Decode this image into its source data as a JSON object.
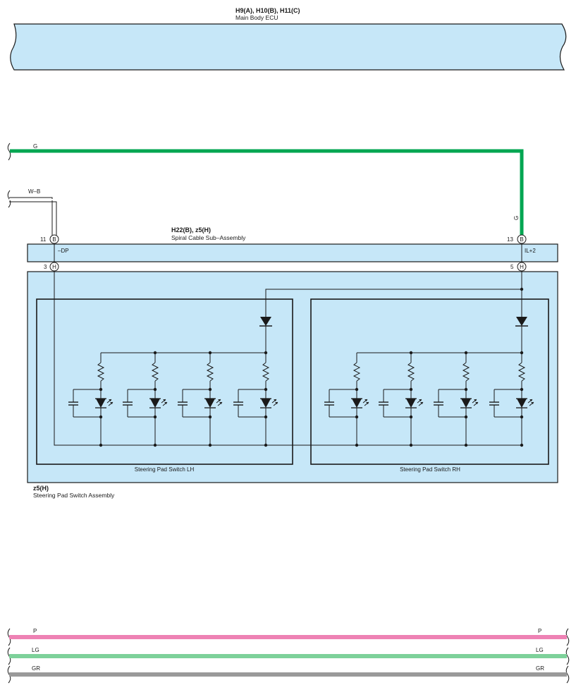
{
  "ecu": {
    "connectors": "H9(A), H10(B), H11(C)",
    "name": "Main Body ECU"
  },
  "spiral": {
    "connectors": "H22(B), z5(H)",
    "name": "Spiral Cable Sub–Assembly"
  },
  "pins": {
    "b11": {
      "number": "11",
      "letter": "B",
      "signal": "–DP"
    },
    "b13": {
      "number": "13",
      "letter": "B",
      "signal": "IL+2"
    },
    "h3": {
      "number": "3",
      "letter": "H"
    },
    "h5": {
      "number": "5",
      "letter": "H"
    }
  },
  "assembly": {
    "connector": "z5(H)",
    "name": "Steering Pad Switch Assembly"
  },
  "switch_lh": {
    "name": "Steering Pad Switch LH"
  },
  "switch_rh": {
    "name": "Steering Pad Switch RH"
  },
  "wires": {
    "g": {
      "label": "G",
      "color": "#00a651"
    },
    "wb": {
      "label": "W–B",
      "color": "#ffffff"
    },
    "p": {
      "label": "P",
      "color": "#ee82b4"
    },
    "lg": {
      "label": "LG",
      "color": "#7dd19a"
    },
    "gr": {
      "label": "GR",
      "color": "#9a9a9a"
    }
  },
  "colors": {
    "component_fill": "#c6e7f8",
    "line": "#1a1a1a"
  }
}
